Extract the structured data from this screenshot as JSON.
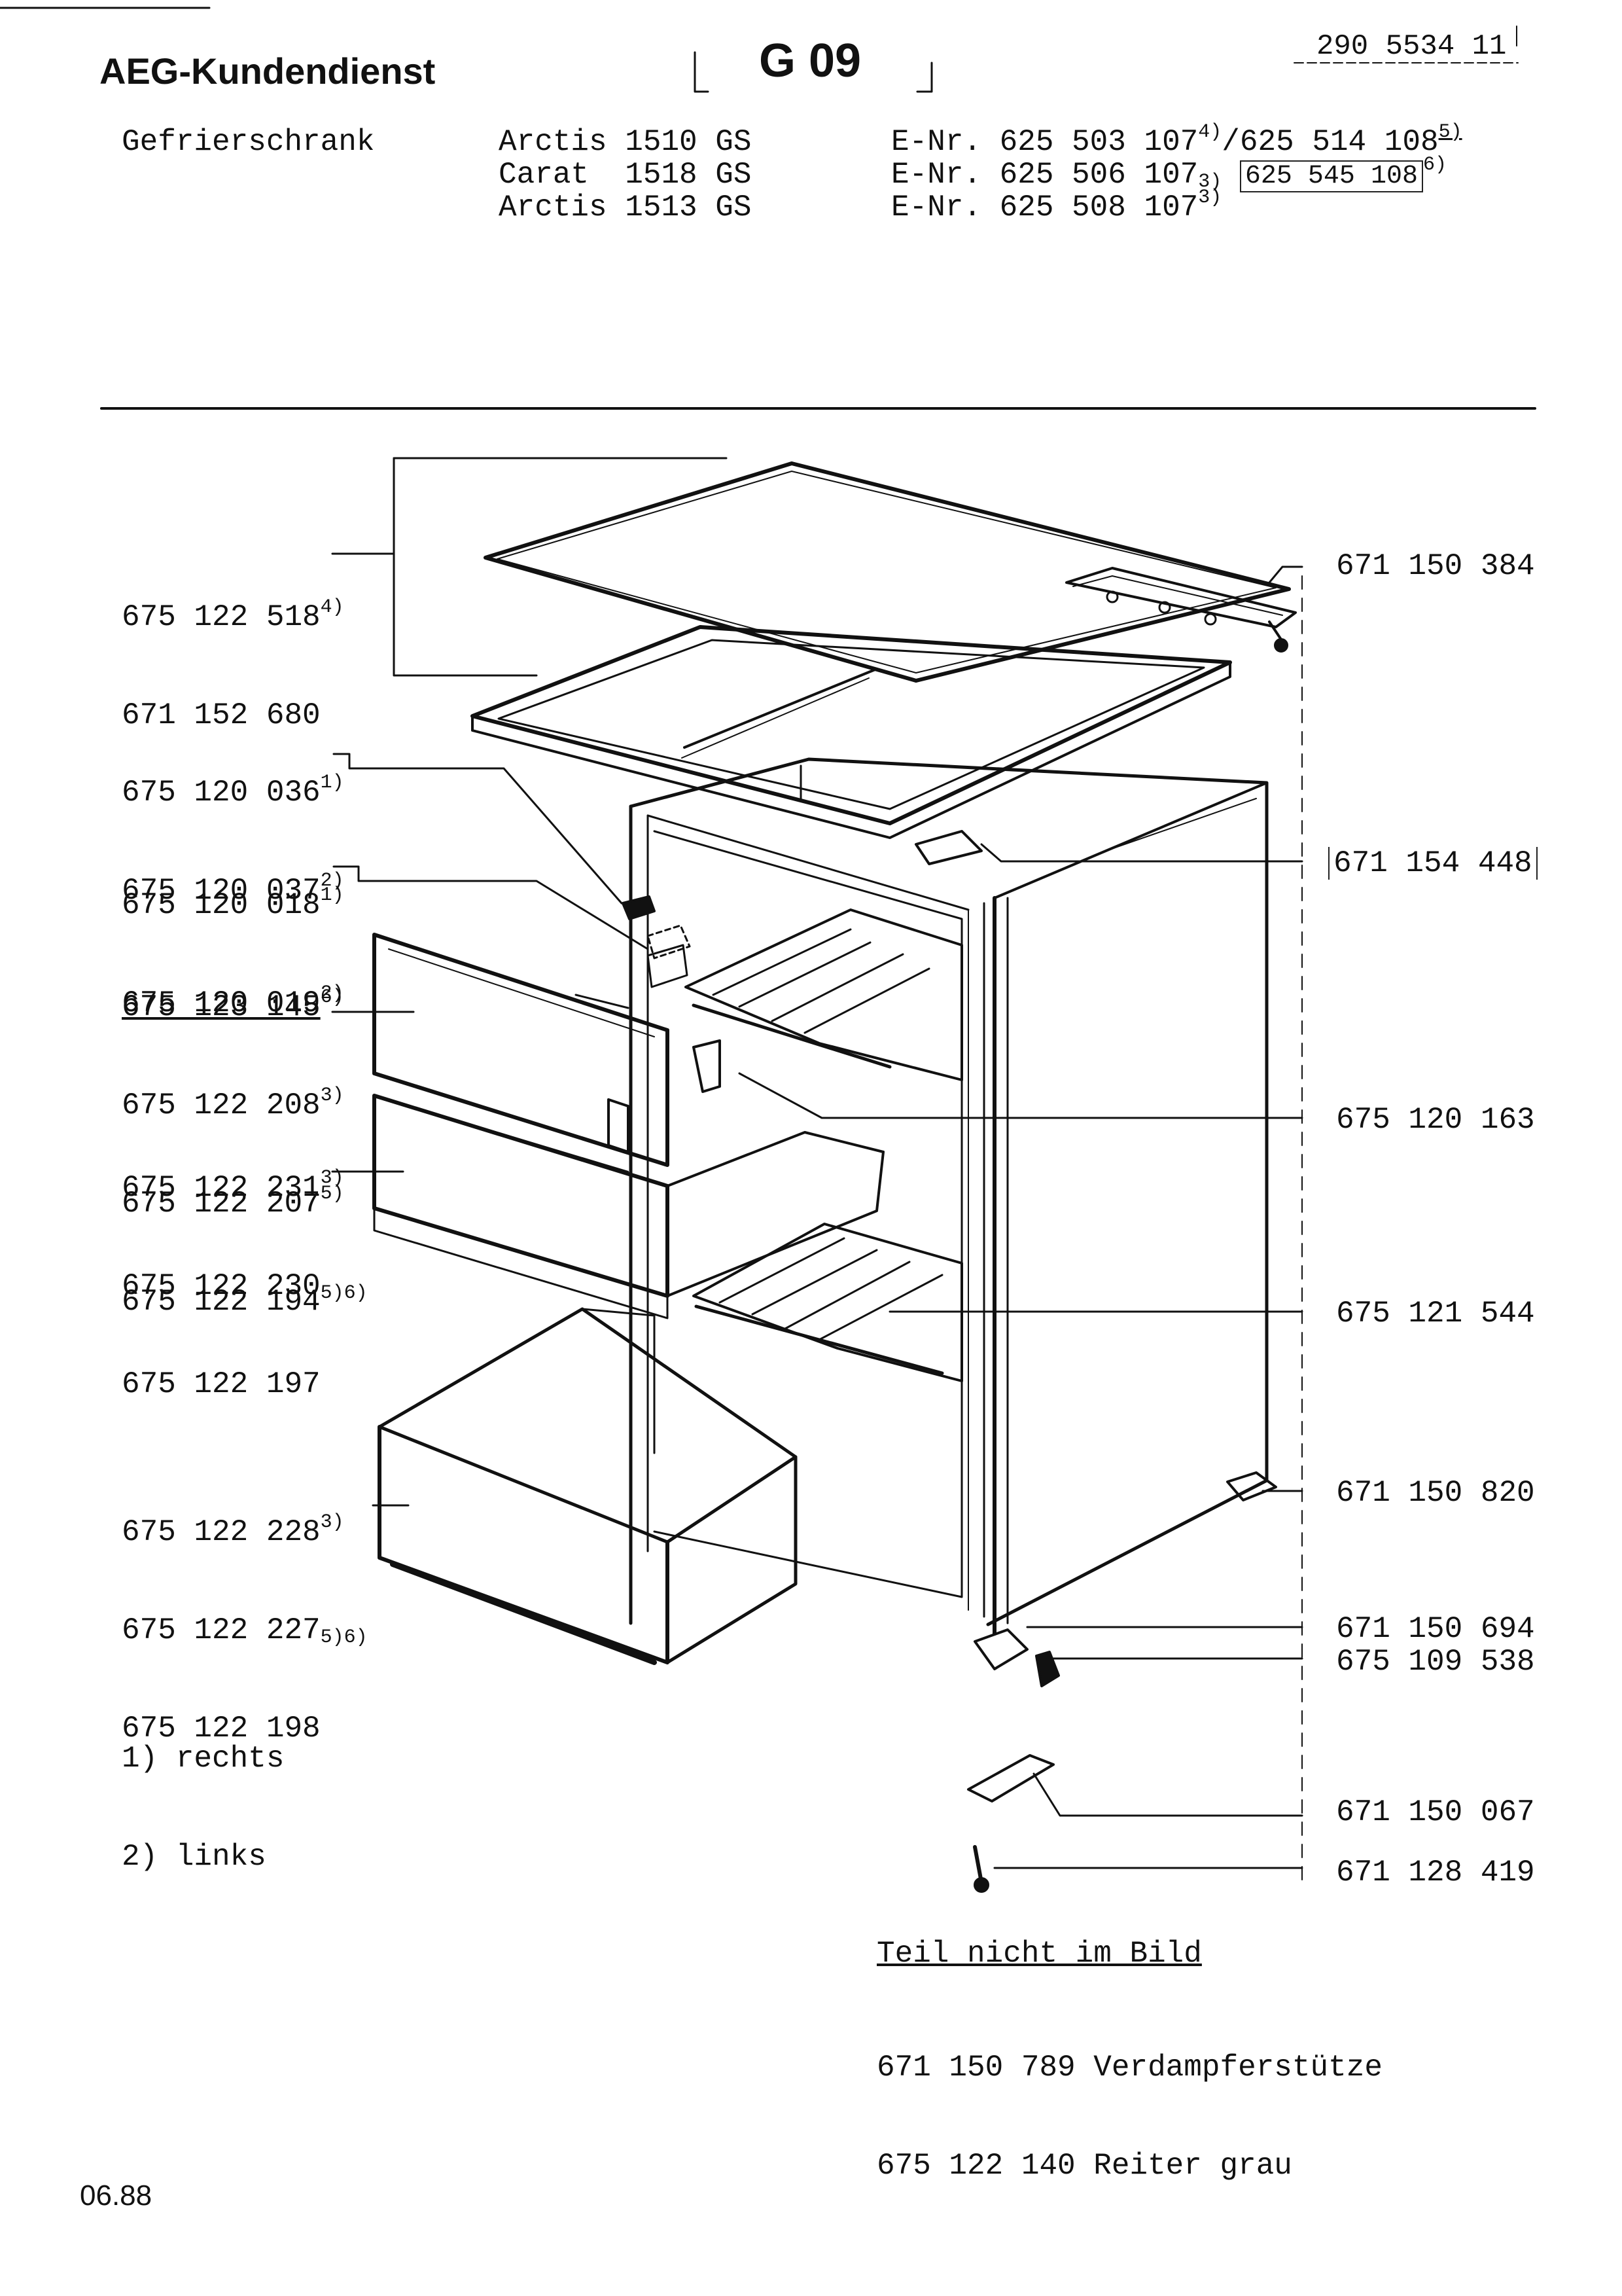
{
  "header": {
    "brand": "AEG-Kundendienst",
    "sheet_code": "G 09",
    "doc_number": "290 5534 11"
  },
  "appliance": {
    "type": "Gefrierschrank",
    "models": [
      {
        "name": "Arctis 1510 GS",
        "enr": "E-Nr. 625 503 107",
        "note": "4)",
        "extra": "/625 514 108",
        "extra_note": "5)"
      },
      {
        "name": "Carat  1518 GS",
        "enr": "E-Nr. 625 506 107",
        "note": "3)",
        "extra": "625 545 108",
        "extra_note": "6)"
      },
      {
        "name": "Arctis 1513 GS",
        "enr": "E-Nr. 625 508 107",
        "note": "3)",
        "extra": "",
        "extra_note": ""
      }
    ]
  },
  "parts_left": [
    {
      "lines": [
        {
          "num": "675 122 518",
          "note": "4)"
        },
        {
          "num": "671 152 680",
          "note": ""
        }
      ]
    },
    {
      "lines": [
        {
          "num": "675 120 036",
          "note": "1)"
        },
        {
          "num": "675 120 037",
          "note": "2)"
        }
      ]
    },
    {
      "lines": [
        {
          "num": "675 120 018",
          "note": "1)"
        },
        {
          "num": "675 120 019",
          "note": "2)"
        }
      ]
    },
    {
      "lines": [
        {
          "num": "675 123 145",
          "note": "6)"
        },
        {
          "num": "675 122 208",
          "note": "3)"
        },
        {
          "num": "675 122 207",
          "note": "5)"
        },
        {
          "num": "675 122 194",
          "note": ""
        }
      ]
    },
    {
      "lines": [
        {
          "num": "675 122 231",
          "note": "3)"
        },
        {
          "num": "675 122 230",
          "note": "5)6)"
        },
        {
          "num": "675 122 197",
          "note": ""
        }
      ]
    },
    {
      "lines": [
        {
          "num": "675 122 228",
          "note": "3)"
        },
        {
          "num": "675 122 227",
          "note": "5)6)"
        },
        {
          "num": "675 122 198",
          "note": ""
        }
      ]
    }
  ],
  "parts_right": [
    {
      "num": "671 150 384"
    },
    {
      "num": "671 154 448"
    },
    {
      "num": "675 120 163"
    },
    {
      "num": "675 121 544"
    },
    {
      "num": "671 150 820"
    },
    {
      "num": "671 150 694"
    },
    {
      "num": "675 109 538"
    },
    {
      "num": "671 150 067"
    },
    {
      "num": "671 128 419"
    }
  ],
  "footnotes": [
    {
      "key": "1)",
      "text": "rechts"
    },
    {
      "key": "2)",
      "text": "links"
    }
  ],
  "not_shown": {
    "heading": "Teil nicht im Bild",
    "items": [
      {
        "num": "671 150 789",
        "desc": "Verdampferstütze"
      },
      {
        "num": "675 122 140",
        "desc": "Reiter grau"
      }
    ]
  },
  "footer": {
    "date": "06.88"
  }
}
